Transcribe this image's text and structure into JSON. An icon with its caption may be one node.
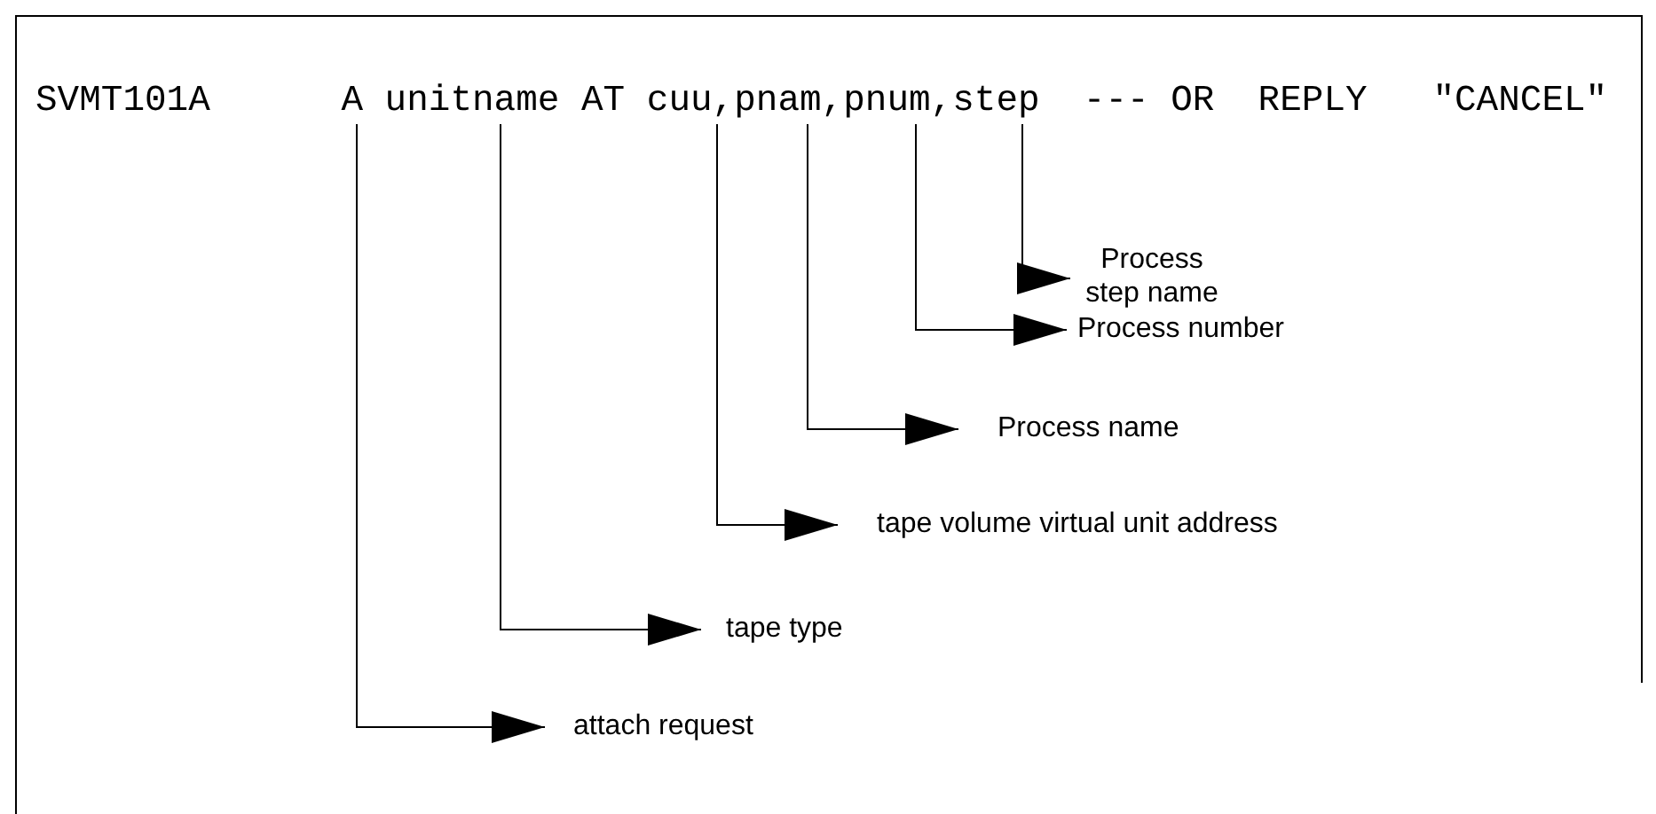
{
  "diagram": {
    "nodes": [
      {
        "text": [
          "A"
        ]
      },
      {
        "text": [
          "unitname"
        ]
      },
      {
        "text": [
          "cuu,"
        ]
      },
      {
        "text": [
          "pnam,"
        ]
      },
      {
        "text": [
          "pnum,"
        ]
      },
      {
        "text": [
          "step"
        ]
      },
      {
        "text": [
          "Process step name"
        ]
      },
      {
        "text": [
          "Process number"
        ]
      },
      {
        "text": [
          "Process name"
        ]
      },
      {
        "text": [
          "tape volume virtual unit address"
        ]
      },
      {
        "text": [
          "tape type"
        ]
      },
      {
        "text": [
          "attach request"
        ]
      }
    ],
    "edges": [
      {
        "from": 5,
        "to": 6,
        "arrow": "to"
      },
      {
        "from": 4,
        "to": 7,
        "arrow": "to"
      },
      {
        "from": 3,
        "to": 8,
        "arrow": "to"
      },
      {
        "from": 2,
        "to": 9,
        "arrow": "to"
      },
      {
        "from": 1,
        "to": 10,
        "arrow": "to"
      },
      {
        "from": 0,
        "to": 11,
        "arrow": "to"
      }
    ],
    "labels": [
      "SVMT101A",
      "AT",
      "---",
      "OR",
      "REPLY",
      "\"CANCEL\""
    ]
  }
}
